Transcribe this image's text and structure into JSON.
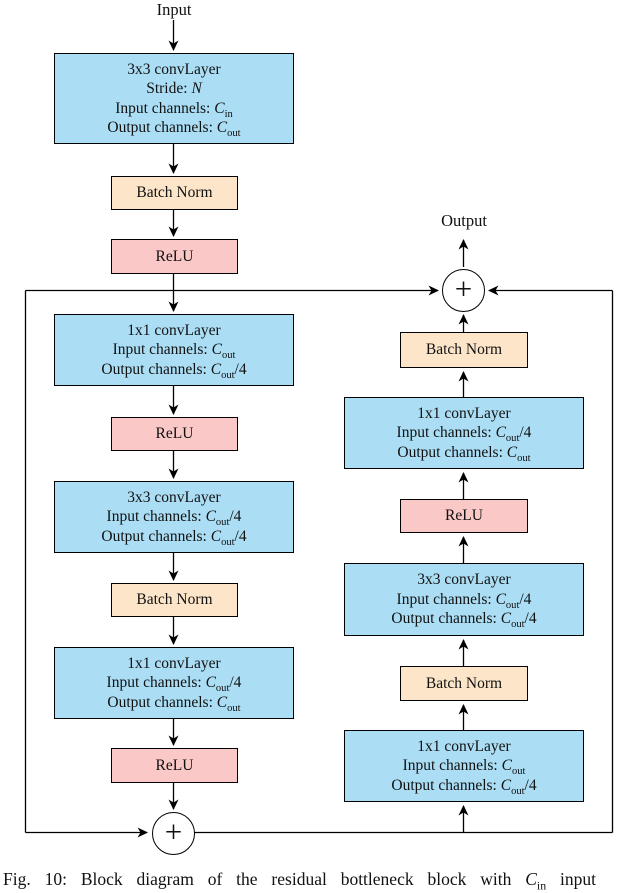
{
  "labels": {
    "input": "Input",
    "output": "Output",
    "plus": "+"
  },
  "colors": {
    "conv": "#abdef5",
    "bn": "#fce5c8",
    "relu": "#fbc8c8",
    "line": "#000000"
  },
  "nodes": {
    "conv_top": {
      "lines": [
        [
          {
            "t": "3x3 convLayer"
          }
        ],
        [
          {
            "t": "Stride: "
          },
          {
            "v": "N"
          }
        ],
        [
          {
            "t": "Input channels: "
          },
          {
            "v": "C"
          },
          {
            "s": "in"
          }
        ],
        [
          {
            "t": "Output channels: "
          },
          {
            "v": "C"
          },
          {
            "s": "out"
          }
        ]
      ]
    },
    "bn1": {
      "lines": [
        [
          {
            "t": "Batch Norm"
          }
        ]
      ]
    },
    "relu1": {
      "lines": [
        [
          {
            "t": "ReLU"
          }
        ]
      ]
    },
    "conv_l1": {
      "lines": [
        [
          {
            "t": "1x1 convLayer"
          }
        ],
        [
          {
            "t": "Input channels: "
          },
          {
            "v": "C"
          },
          {
            "s": "out"
          }
        ],
        [
          {
            "t": "Output channels: "
          },
          {
            "v": "C"
          },
          {
            "s": "out"
          },
          {
            "t": "/4"
          }
        ]
      ]
    },
    "relu_l": {
      "lines": [
        [
          {
            "t": "ReLU"
          }
        ]
      ]
    },
    "conv_l2": {
      "lines": [
        [
          {
            "t": "3x3 convLayer"
          }
        ],
        [
          {
            "t": "Input channels: "
          },
          {
            "v": "C"
          },
          {
            "s": "out"
          },
          {
            "t": "/4"
          }
        ],
        [
          {
            "t": "Output channels: "
          },
          {
            "v": "C"
          },
          {
            "s": "out"
          },
          {
            "t": "/4"
          }
        ]
      ]
    },
    "bn_l": {
      "lines": [
        [
          {
            "t": "Batch Norm"
          }
        ]
      ]
    },
    "conv_l3": {
      "lines": [
        [
          {
            "t": "1x1 convLayer"
          }
        ],
        [
          {
            "t": "Input channels: "
          },
          {
            "v": "C"
          },
          {
            "s": "out"
          },
          {
            "t": "/4"
          }
        ],
        [
          {
            "t": "Output channels: "
          },
          {
            "v": "C"
          },
          {
            "s": "out"
          }
        ]
      ]
    },
    "relu_l2": {
      "lines": [
        [
          {
            "t": "ReLU"
          }
        ]
      ]
    },
    "bn_r1": {
      "lines": [
        [
          {
            "t": "Batch Norm"
          }
        ]
      ]
    },
    "conv_r1": {
      "lines": [
        [
          {
            "t": "1x1 convLayer"
          }
        ],
        [
          {
            "t": "Input channels: "
          },
          {
            "v": "C"
          },
          {
            "s": "out"
          },
          {
            "t": "/4"
          }
        ],
        [
          {
            "t": "Output channels: "
          },
          {
            "v": "C"
          },
          {
            "s": "out"
          }
        ]
      ]
    },
    "relu_r": {
      "lines": [
        [
          {
            "t": "ReLU"
          }
        ]
      ]
    },
    "conv_r2": {
      "lines": [
        [
          {
            "t": "3x3 convLayer"
          }
        ],
        [
          {
            "t": "Input channels: "
          },
          {
            "v": "C"
          },
          {
            "s": "out"
          },
          {
            "t": "/4"
          }
        ],
        [
          {
            "t": "Output channels: "
          },
          {
            "v": "C"
          },
          {
            "s": "out"
          },
          {
            "t": "/4"
          }
        ]
      ]
    },
    "bn_r2": {
      "lines": [
        [
          {
            "t": "Batch Norm"
          }
        ]
      ]
    },
    "conv_r3": {
      "lines": [
        [
          {
            "t": "1x1 convLayer"
          }
        ],
        [
          {
            "t": "Input channels: "
          },
          {
            "v": "C"
          },
          {
            "s": "out"
          }
        ],
        [
          {
            "t": "Output channels: "
          },
          {
            "v": "C"
          },
          {
            "s": "out"
          },
          {
            "t": "/4"
          }
        ]
      ]
    }
  },
  "caption": {
    "lines": [
      [
        {
          "t": "Fig. 10: Block diagram of the residual bottleneck block with "
        },
        {
          "v": "C"
        },
        {
          "s": "in"
        },
        {
          "t": " input"
        }
      ]
    ]
  }
}
